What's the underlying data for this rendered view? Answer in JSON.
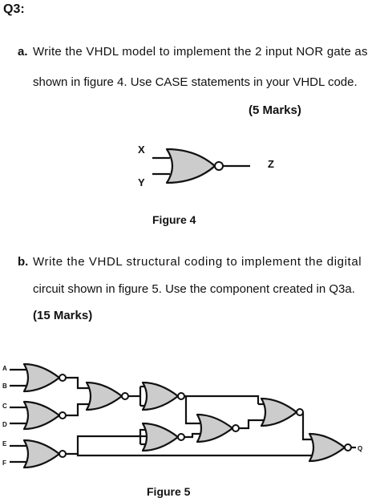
{
  "question": "Q3:",
  "part_a": {
    "label": "a.",
    "line1": "Write the VHDL model to implement the 2 input NOR gate as",
    "line2": "shown in figure 4.  Use CASE statements in your VHDL code.",
    "marks": "(5 Marks)"
  },
  "figure4": {
    "input_x": "X",
    "input_y": "Y",
    "output_z": "Z",
    "caption": "Figure 4"
  },
  "part_b": {
    "label": "b.",
    "line1": "Write the VHDL structural coding to implement the digital",
    "line2": "circuit shown in figure 5. Use the component created in Q3a.",
    "marks": "(15 Marks)"
  },
  "figure5": {
    "inputs": [
      "A",
      "B",
      "C",
      "D",
      "E",
      "F"
    ],
    "output": "Q",
    "caption": "Figure 5"
  }
}
